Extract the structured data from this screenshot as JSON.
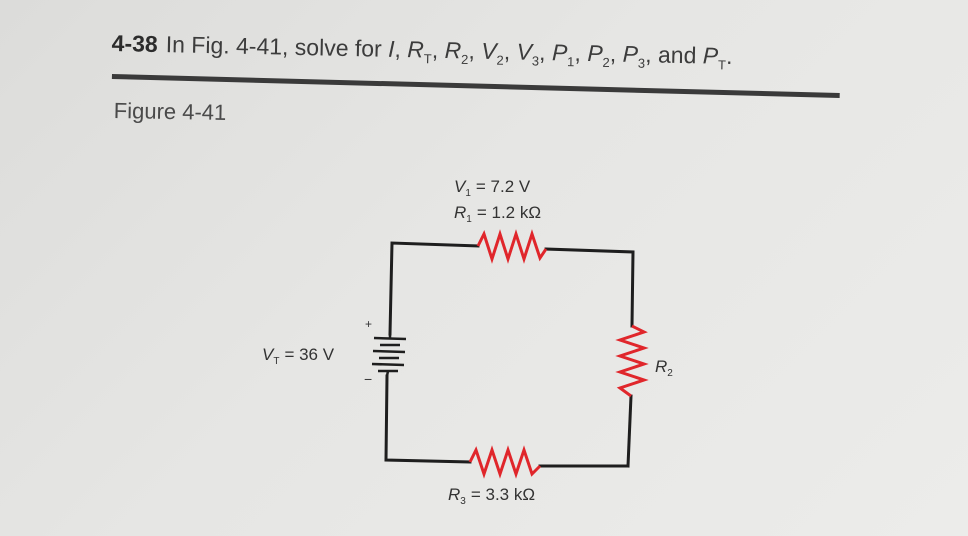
{
  "problem": {
    "number": "4-38",
    "text_prefix": "In Fig. 4-41, solve for",
    "unknowns": [
      {
        "var": "I",
        "sub": "",
        "sep": ","
      },
      {
        "var": "R",
        "sub": "T",
        "sep": ","
      },
      {
        "var": "R",
        "sub": "2",
        "sep": ","
      },
      {
        "var": "V",
        "sub": "2",
        "sep": ","
      },
      {
        "var": "V",
        "sub": "3",
        "sep": ","
      },
      {
        "var": "P",
        "sub": "1",
        "sep": ","
      },
      {
        "var": "P",
        "sub": "2",
        "sep": ","
      },
      {
        "var": "P",
        "sub": "3",
        "sep": ", and"
      },
      {
        "var": "P",
        "sub": "T",
        "sep": "."
      }
    ]
  },
  "figure": {
    "label": "Figure 4-41",
    "source": {
      "var": "V",
      "sub": "T",
      "value": "= 36 V",
      "plus": "+",
      "minus": "−"
    },
    "r1": {
      "v_var": "V",
      "v_sub": "1",
      "v_value": "= 7.2 V",
      "r_var": "R",
      "r_sub": "1",
      "r_value": "= 1.2 kΩ"
    },
    "r2": {
      "var": "R",
      "sub": "2"
    },
    "r3": {
      "var": "R",
      "sub": "3",
      "value": "= 3.3 kΩ"
    },
    "colors": {
      "wire": "#1e1e1e",
      "resistor": "#e0262b",
      "text": "#333333"
    }
  }
}
